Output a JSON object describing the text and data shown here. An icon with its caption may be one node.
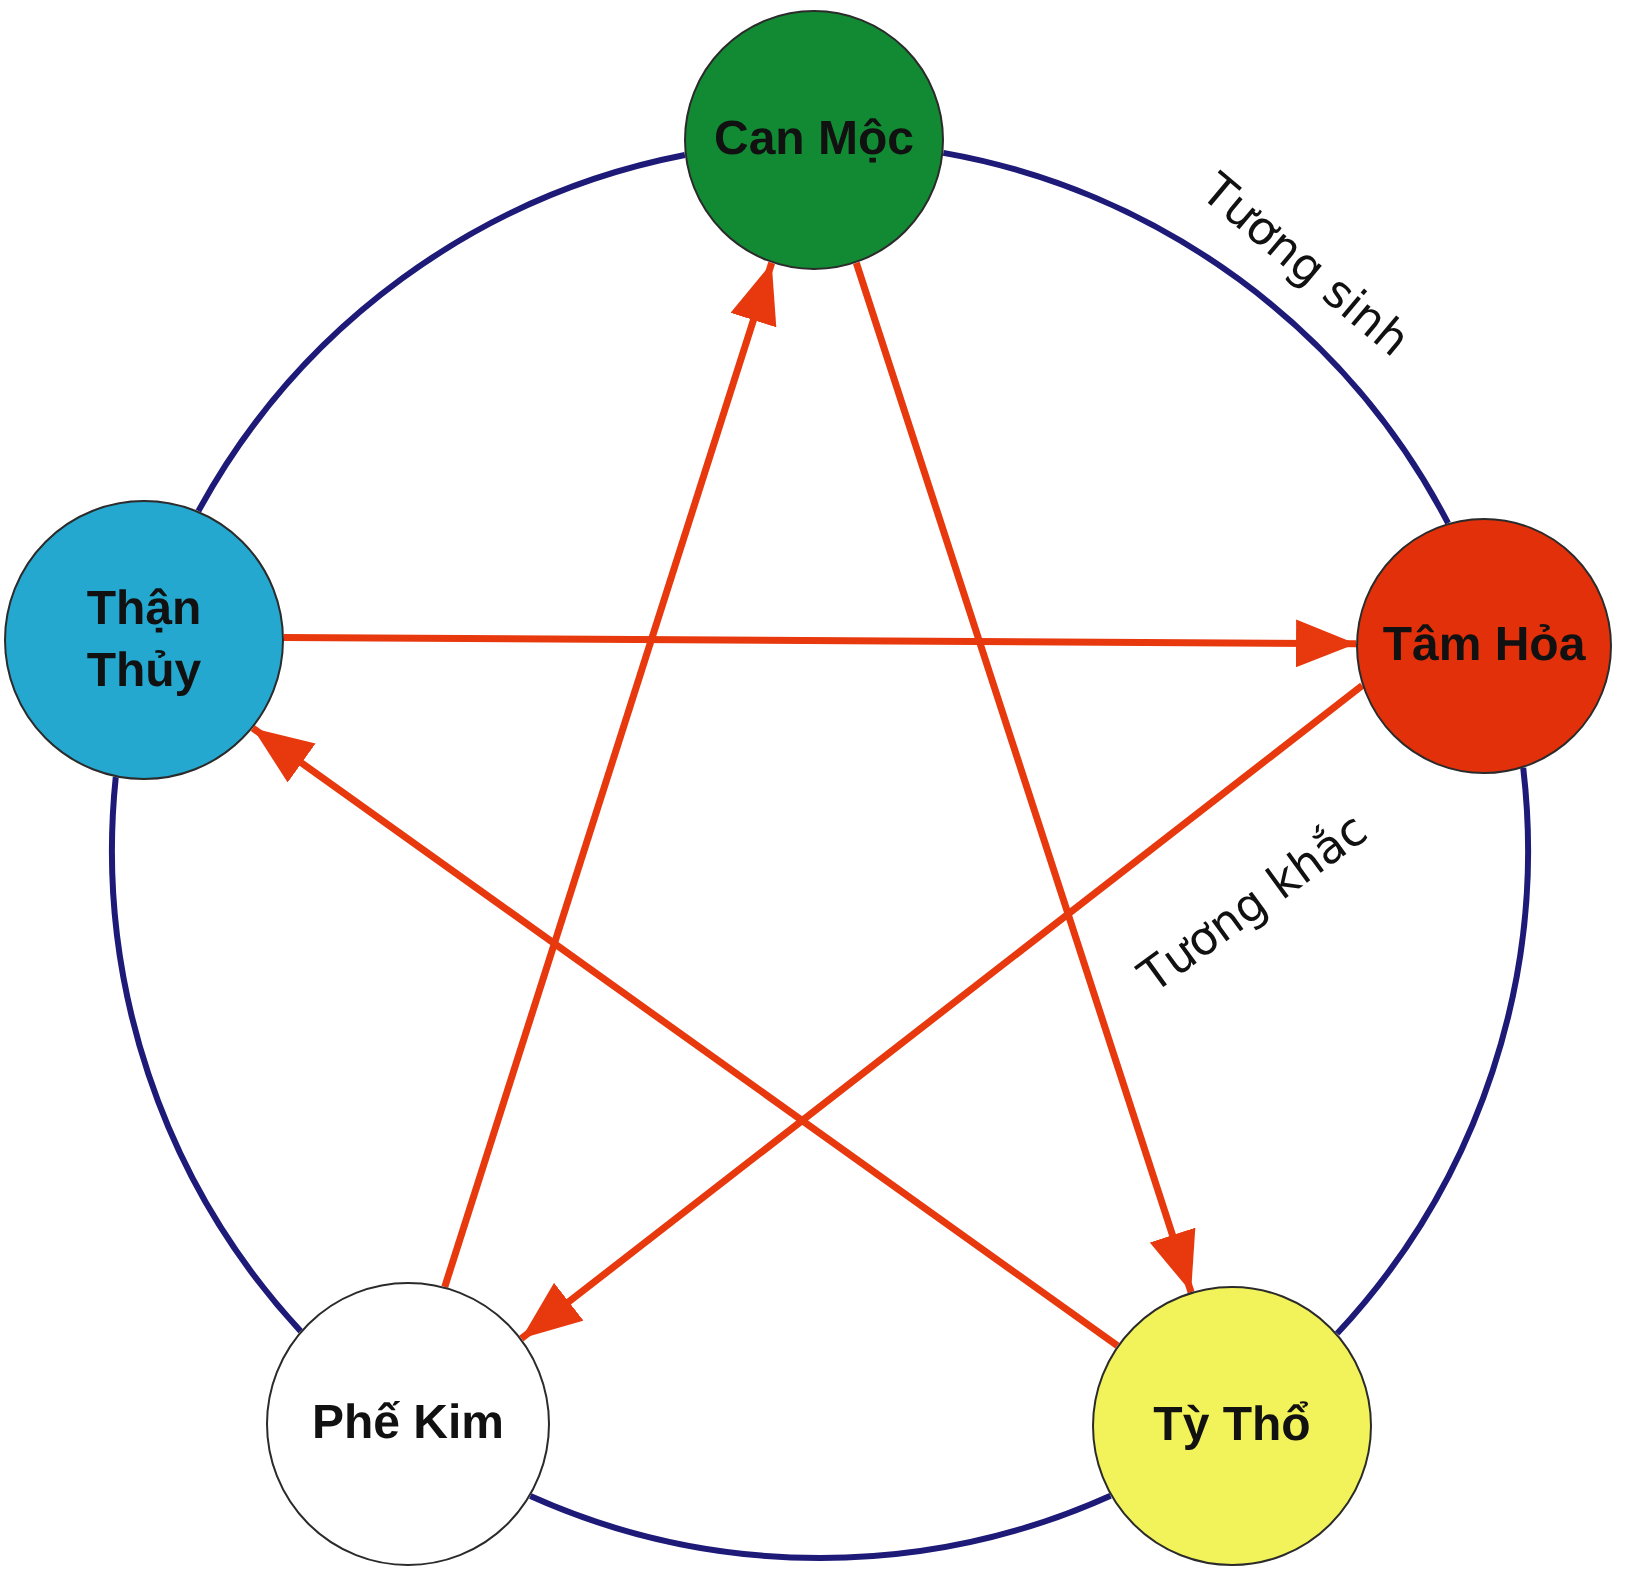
{
  "diagram": {
    "nodes": [
      {
        "text": [
          "Can Mộc"
        ]
      },
      {
        "text": [
          "Thận Thủy"
        ]
      },
      {
        "text": [
          "Tâm Hỏa"
        ]
      },
      {
        "text": [
          "Phế Kim"
        ]
      },
      {
        "text": [
          "Tỳ Thổ"
        ]
      }
    ],
    "edges": [
      {
        "from": 0,
        "to": 2,
        "arrow": "none"
      },
      {
        "from": 2,
        "to": 4,
        "arrow": "none"
      },
      {
        "from": 4,
        "to": 3,
        "arrow": "none"
      },
      {
        "from": 3,
        "to": 1,
        "arrow": "none"
      },
      {
        "from": 1,
        "to": 0,
        "arrow": "none"
      },
      {
        "from": 3,
        "to": 0,
        "arrow": "to",
        "color": "#e8380d"
      },
      {
        "from": 0,
        "to": 4,
        "arrow": "to",
        "color": "#e8380d"
      },
      {
        "from": 4,
        "to": 1,
        "arrow": "to",
        "color": "#e8380d"
      },
      {
        "from": 1,
        "to": 2,
        "arrow": "to",
        "color": "#e8380d"
      },
      {
        "from": 2,
        "to": 3,
        "arrow": "to",
        "color": "#e8380d"
      }
    ],
    "labels": [
      "Tương sinh",
      "Tương khắc"
    ]
  }
}
